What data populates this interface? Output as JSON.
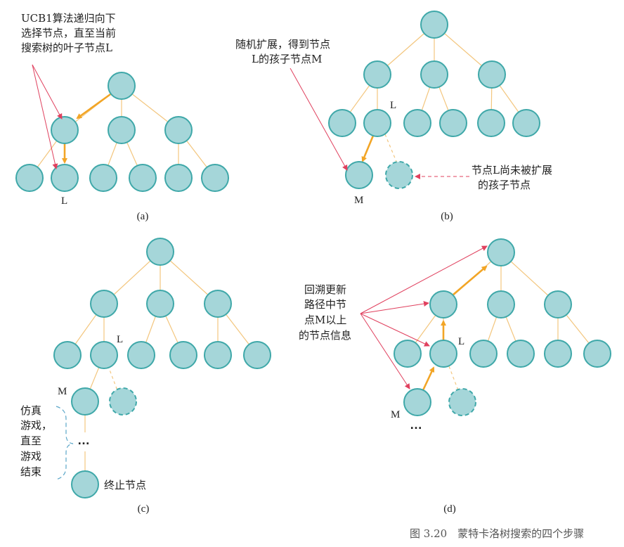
{
  "panel_a": {
    "note": [
      "UCB1算法递归向下",
      "选择节点，直至当前",
      "搜索树的叶子节点L"
    ],
    "leaf_label": "L",
    "caption": "(a)"
  },
  "panel_b": {
    "note": [
      "随机扩展，得到节点",
      "L的孩子节点M"
    ],
    "l_label": "L",
    "m_label": "M",
    "note_unexpanded": [
      "节点L尚未被扩展",
      "的孩子节点"
    ],
    "caption": "(b)"
  },
  "panel_c": {
    "l_label": "L",
    "m_label": "M",
    "ellipsis": "…",
    "sim_note": [
      "仿真",
      "游戏，",
      "直至",
      "游戏",
      "结束"
    ],
    "terminal_label": "终止节点",
    "caption": "(c)"
  },
  "panel_d": {
    "note": [
      "回溯更新",
      "路径中节",
      "点M以上",
      "的节点信息"
    ],
    "l_label": "L",
    "m_label": "M",
    "ellipsis": "…",
    "caption": "(d)"
  },
  "figure_caption": "图 3.20　蒙特卡洛树搜索的四个步骤"
}
